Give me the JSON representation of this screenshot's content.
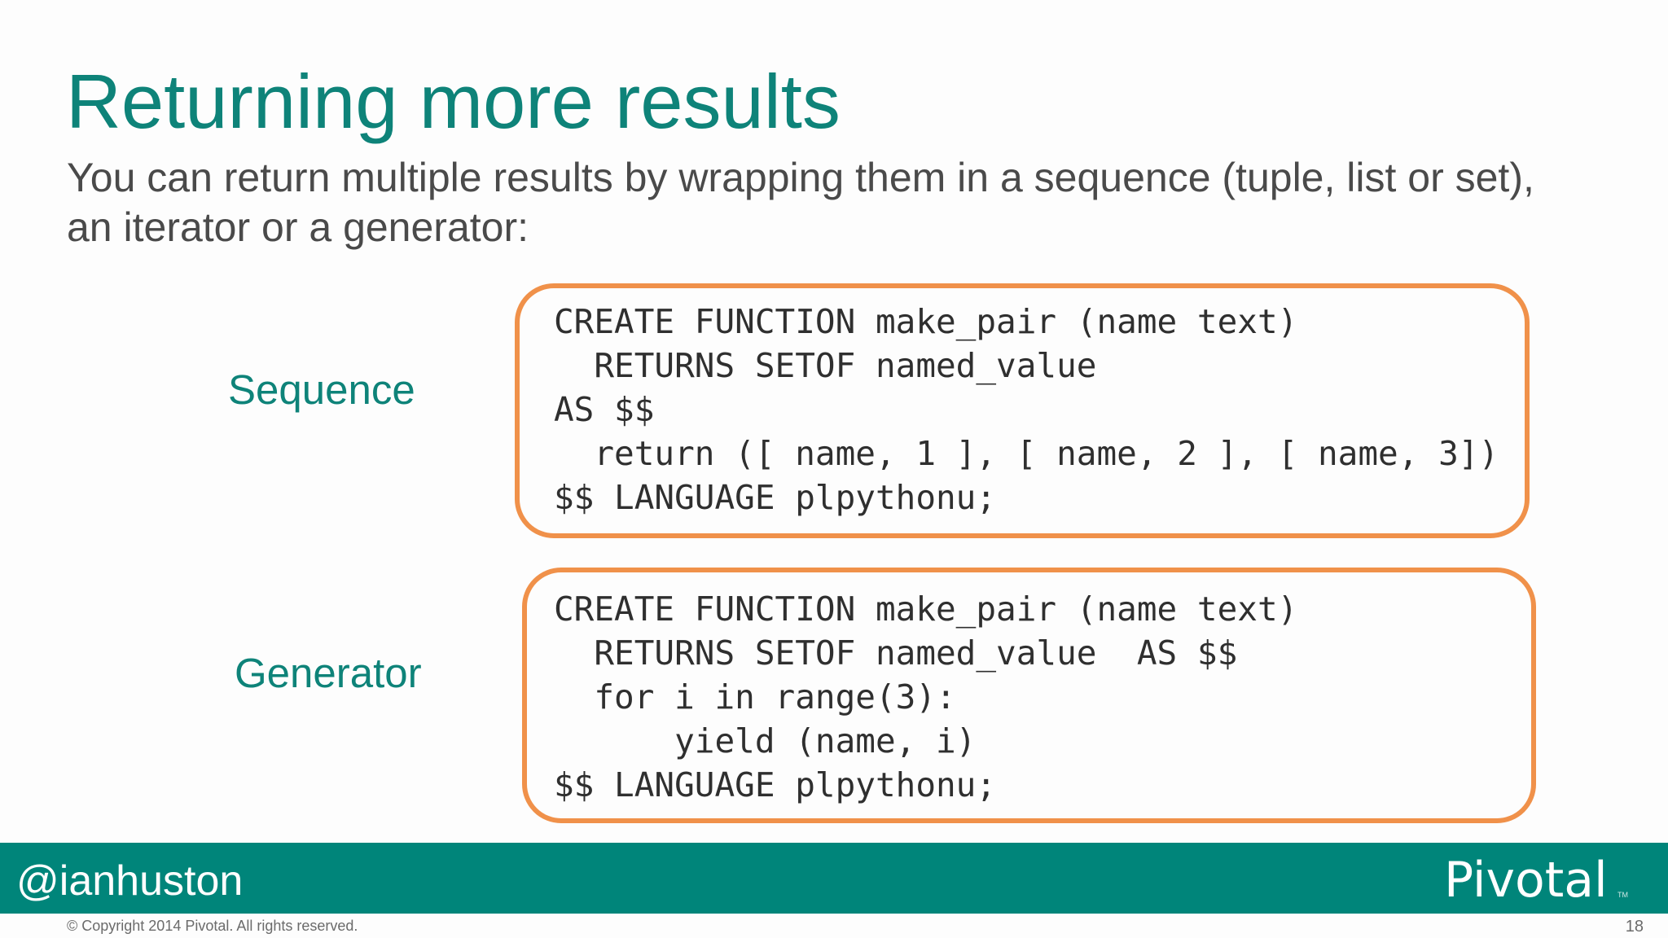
{
  "slide": {
    "title": "Returning more results",
    "subtitle_lines": [
      "You can return multiple results by wrapping them in a sequence (tuple, list or set),",
      "an iterator or a generator:"
    ],
    "examples": [
      {
        "label": "Sequence",
        "code_lines": [
          "CREATE FUNCTION make_pair (name text)",
          "  RETURNS SETOF named_value",
          "AS $$",
          "  return ([ name, 1 ], [ name, 2 ], [ name, 3])",
          "$$ LANGUAGE plpythonu;"
        ]
      },
      {
        "label": "Generator",
        "code_lines": [
          "CREATE FUNCTION make_pair (name text)",
          "  RETURNS SETOF named_value  AS $$",
          "  for i in range(3):",
          "      yield (name, i)",
          "$$ LANGUAGE plpythonu;"
        ]
      }
    ]
  },
  "footer": {
    "handle": "@ianhuston",
    "logo_text": "Pivotal",
    "logo_tm": "TM",
    "copyright": "© Copyright 2014 Pivotal. All rights reserved.",
    "page_number": "18"
  },
  "colors": {
    "accent_teal": "#0e8379",
    "footer_teal": "#00857a",
    "box_border_orange": "#f0914a",
    "body_text": "#4a4a4a"
  }
}
